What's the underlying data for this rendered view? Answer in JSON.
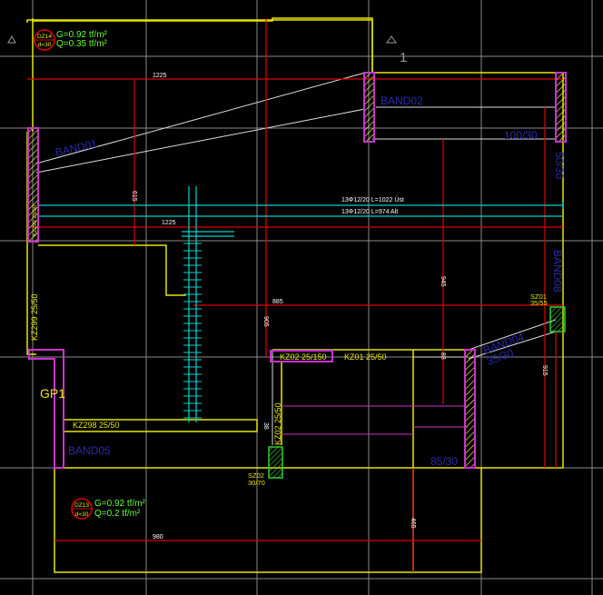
{
  "colors": {
    "background": "#000000",
    "grid": "#9a9a9a",
    "outline": "#e6e600",
    "dimension": "#e00000",
    "band": "#2a2aaa",
    "rebar": "#00d0d0",
    "column": "#cc33cc",
    "label_green": "#66ff33",
    "label_yellow": "#ffff33"
  },
  "grid_axis_label": "1",
  "slabs": [
    {
      "tag": "DZ14",
      "depth": "d=30",
      "g_load": "G=0.92 tf/m²",
      "q_load": "Q=0.35 tf/m²"
    },
    {
      "tag": "DZ13",
      "depth": "d=30",
      "g_load": "G=0.92 tf/m²",
      "q_load": "Q=0.2 tf/m²"
    }
  ],
  "dimensions": {
    "top_span": "1225",
    "mid_span": "1225",
    "inner_span": "885",
    "bottom_span": "980",
    "vert_left": "615",
    "vert_center": "905",
    "vert_right_a": "945",
    "vert_right_b": "915",
    "vert_bottom": "465",
    "short_a": "38",
    "short_b": "88"
  },
  "rebar_notes": {
    "top": "13Φ12/20   L=1022 Üst",
    "bottom": "13Φ12/20   L=974 Alt"
  },
  "bands": {
    "band01": "BAND01",
    "band02": "BAND02",
    "band04": "BAND04",
    "band04_size": "35/30",
    "band05": "BAND05",
    "band08": "BAND08",
    "band08_size": "50/30",
    "top_right_size": "100/30",
    "bottom_right_size": "85/30"
  },
  "columns": {
    "sz01": "SZ01",
    "sz01_size": "35/55",
    "sz02": "SZ02",
    "sz02_size": "30/70",
    "gp1": "GP1"
  },
  "beams": {
    "kz02a": "KZ02 25/150",
    "kz01": "KZ01 25/50",
    "kz02b": "KZ02 25/50",
    "kz298": "KZ298 25/50",
    "kz299": "KZ299 25/50"
  }
}
